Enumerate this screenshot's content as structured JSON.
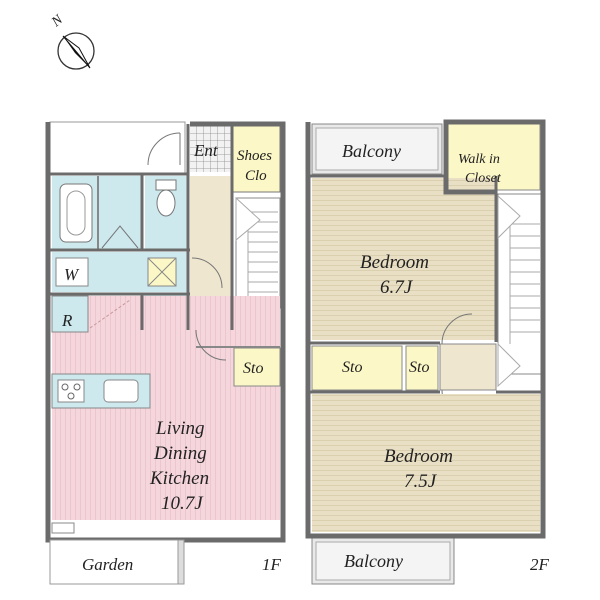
{
  "compass": {
    "north_label": "N"
  },
  "floor1": {
    "floor_label": "1F",
    "entrance": "Ent",
    "shoes_line1": "Shoes",
    "shoes_line2": "Clo",
    "washer": "W",
    "fridge": "R",
    "storage": "Sto",
    "ldk_line1": "Living",
    "ldk_line2": "Dining",
    "ldk_line3": "Kitchen",
    "ldk_size": "10.7J",
    "garden": "Garden"
  },
  "floor2": {
    "floor_label": "2F",
    "balcony_top": "Balcony",
    "walkin_line1": "Walk in",
    "walkin_line2": "Closet",
    "bedroom1_name": "Bedroom",
    "bedroom1_size": "6.7J",
    "storage_left": "Sto",
    "storage_right": "Sto",
    "bedroom2_name": "Bedroom",
    "bedroom2_size": "7.5J",
    "balcony_bottom": "Balcony"
  },
  "colors": {
    "wall": "#6b6b6b",
    "wet_area": "#cde9ee",
    "closet": "#fbf7c6",
    "ldk": "#f4d6dc",
    "bedroom": "#e8dfc4",
    "hall": "#efe6cf",
    "balcony": "#e9e9e9"
  }
}
